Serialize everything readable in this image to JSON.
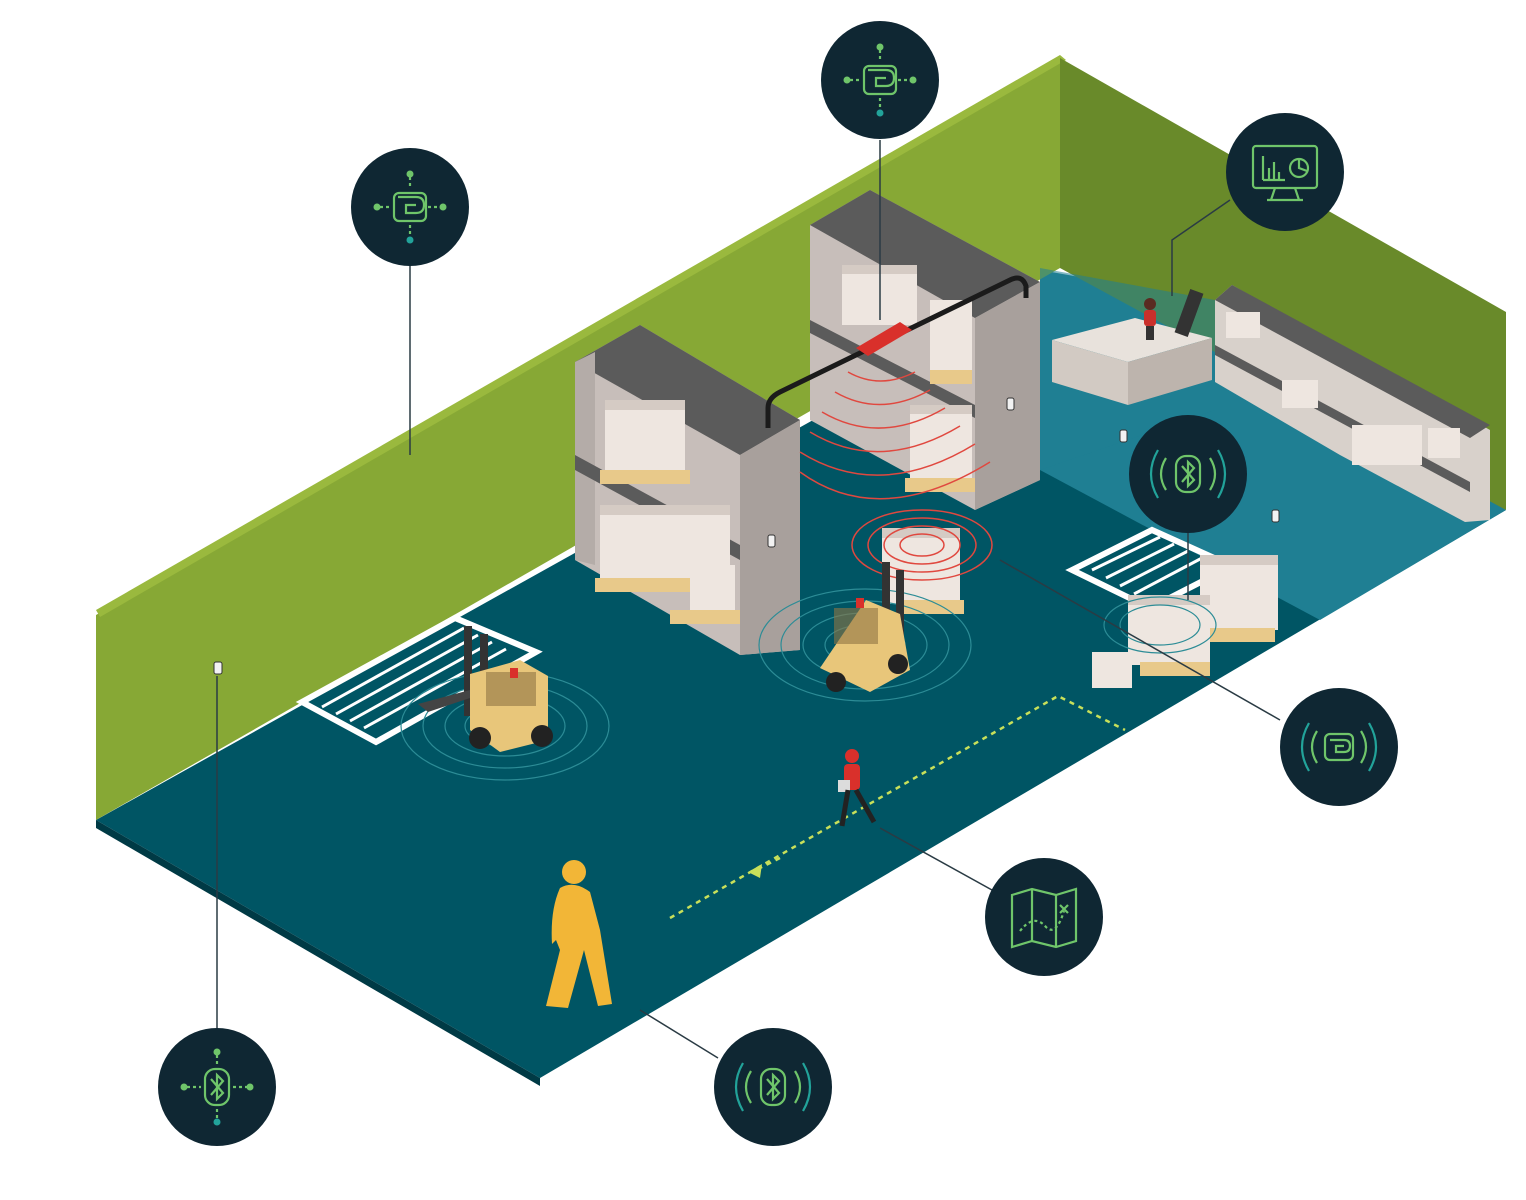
{
  "colors": {
    "floor": "#005564",
    "floor_dark": "#004552",
    "floor_edge": "#003a45",
    "wall_light": "#87a835",
    "wall_dark": "#698a2a",
    "wall_top": "#9ab93e",
    "office_floor": "#1f7f93",
    "icon_bg": "#0f2733",
    "icon_line": "#6fc56a",
    "icon_teal": "#22a39a",
    "leader": "#2a3b44",
    "rack_side": "#a8a09c",
    "rack_top": "#5b5b5b",
    "box": "#eee6e0",
    "box_shade": "#d5cbc4",
    "pallet": "#e8c98a",
    "forklift": "#e8c67a",
    "rfid_red": "#d9302b",
    "wave_red": "#e0483f",
    "person": "#f2b637",
    "path": "#c8e05a",
    "zone_stripe": "#ffffff"
  },
  "icons": [
    {
      "id": "rfid-tag-left-top",
      "icon": "rfid-tag-icon"
    },
    {
      "id": "rfid-tag-top-center",
      "icon": "rfid-tag-icon"
    },
    {
      "id": "dashboard-monitor",
      "icon": "dashboard-monitor-icon"
    },
    {
      "id": "ble-beacon-right",
      "icon": "bluetooth-beacon-icon"
    },
    {
      "id": "active-rfid-tag",
      "icon": "active-rfid-tag-icon"
    },
    {
      "id": "map-route",
      "icon": "map-icon"
    },
    {
      "id": "ble-tag-bottom",
      "icon": "bluetooth-tag-icon"
    },
    {
      "id": "ble-anchor-left-bottom",
      "icon": "bluetooth-anchor-icon"
    }
  ]
}
